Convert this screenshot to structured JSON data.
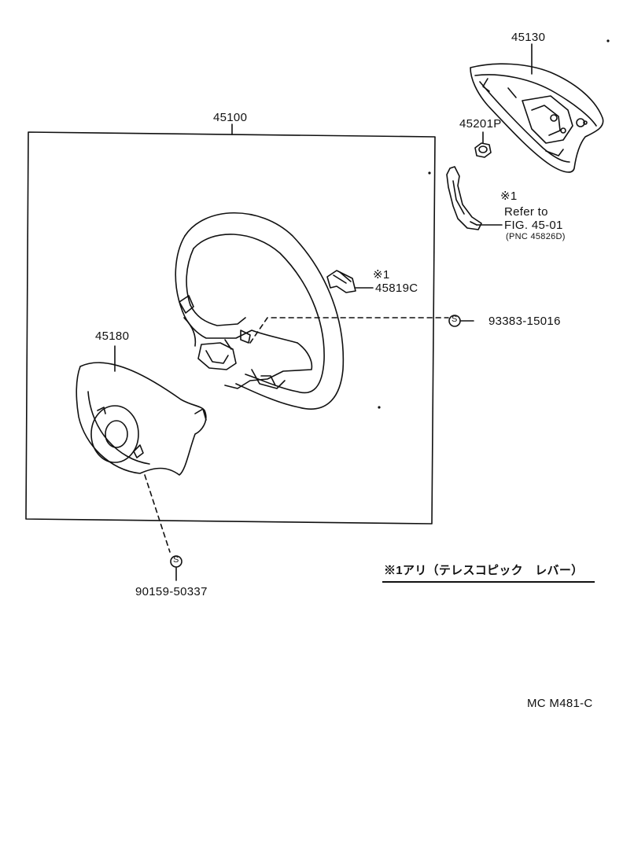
{
  "parts": {
    "p45100": "45100",
    "p45130": "45130",
    "p45201p": "45201P",
    "p45180": "45180",
    "p45819c": "45819C",
    "p93383": "93383-15016",
    "p90159": "90159-50337"
  },
  "markers": {
    "mark1": "※1",
    "mark2": "※1",
    "screw_symbol": "S"
  },
  "refer": {
    "line1": "Refer to",
    "line2": "FIG. 45-01",
    "line3": "(PNC 45826D)"
  },
  "note": {
    "text": "※1アリ（テレスコピック　レバー）"
  },
  "figure_code": "MC M481-C"
}
